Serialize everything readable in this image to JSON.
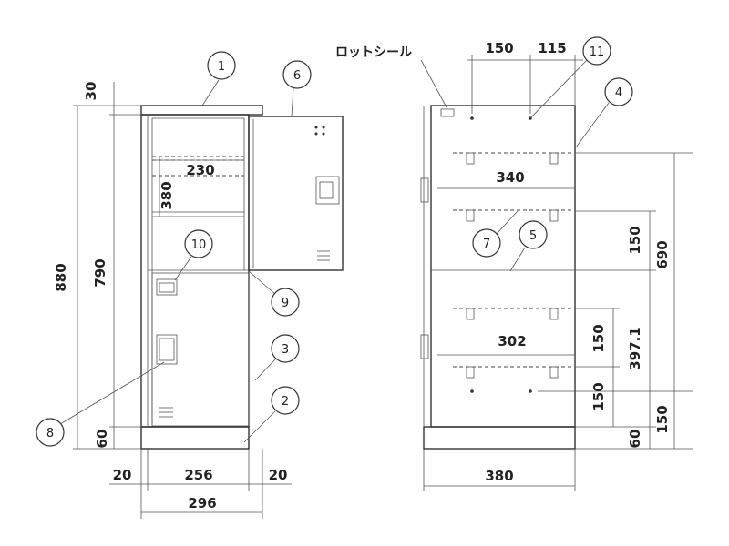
{
  "labels": {
    "lot_seal": "ロットシール"
  },
  "dimensions": {
    "d30": "30",
    "d880": "880",
    "d790": "790",
    "d380v": "380",
    "d230": "230",
    "d60_left": "60",
    "d20_left": "20",
    "d256": "256",
    "d20_right": "20",
    "d296": "296",
    "d150_top": "150",
    "d115": "115",
    "d340": "340",
    "d150_a": "150",
    "d690": "690",
    "d302": "302",
    "d150_b": "150",
    "d397": "397.1",
    "d150_c": "150",
    "d150_d": "150",
    "d60_right": "60",
    "d380h": "380"
  },
  "callouts": [
    "1",
    "2",
    "3",
    "4",
    "5",
    "6",
    "7",
    "8",
    "9",
    "10",
    "11"
  ]
}
